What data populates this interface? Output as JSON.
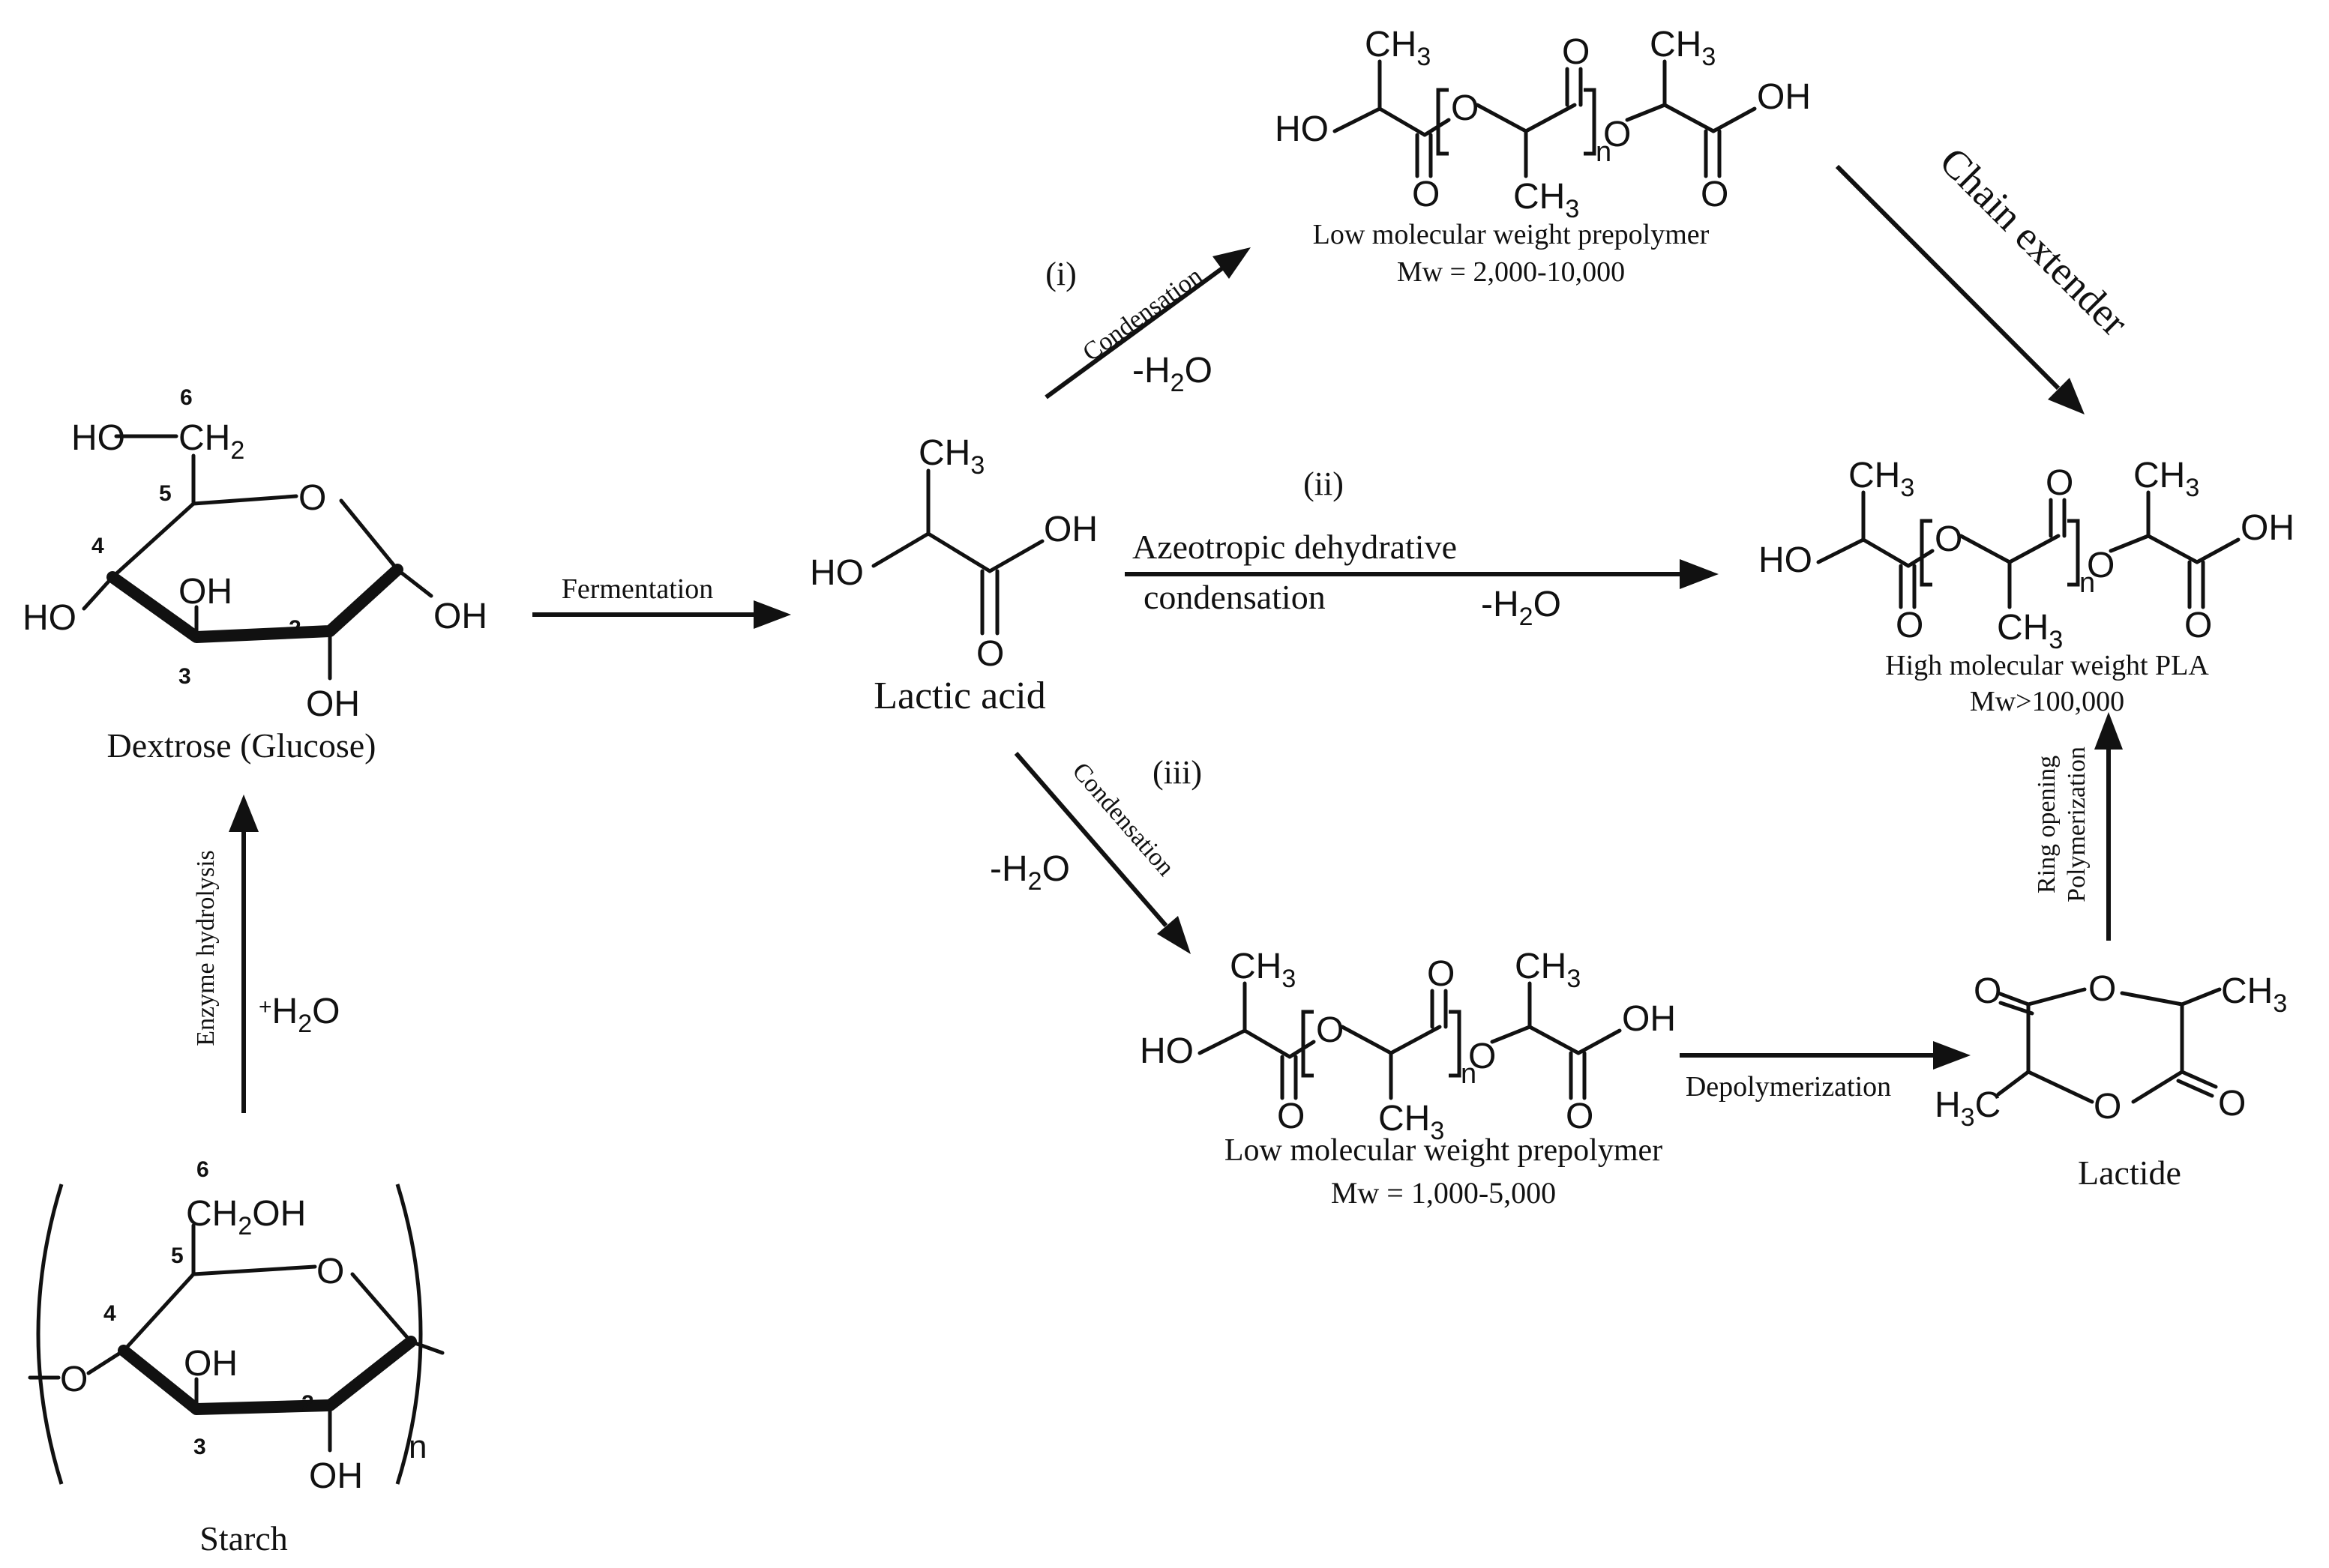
{
  "molecules": {
    "glucose": {
      "name": "Dextrose (Glucose)",
      "ho_ch2": "HO",
      "ch2": "CH",
      "ch2_sub": "2",
      "ring_o": "O",
      "oh_left": "HO",
      "oh_mid": "OH",
      "oh_right": "OH",
      "oh_bottom": "OH",
      "n6": "6",
      "n5": "5",
      "n4": "4",
      "n3": "3",
      "n2": "2"
    },
    "starch": {
      "name": "Starch",
      "ch2oh_a": "CH",
      "ch2oh_sub": "2",
      "ch2oh_b": "OH",
      "ring_o": "O",
      "link_o": "O",
      "oh_mid": "OH",
      "oh_bottom": "OH",
      "repeat": "n",
      "n6": "6",
      "n5": "5",
      "n4": "4",
      "n3": "3",
      "n2": "2"
    },
    "lactic_acid": {
      "name": "Lactic acid",
      "ch3": "CH",
      "ch3_sub": "3",
      "ho": "HO",
      "oh": "OH",
      "o": "O"
    },
    "prepolymer_top": {
      "name": "Low molecular weight prepolymer",
      "mw": "Mw = 2,000-10,000"
    },
    "pla": {
      "name": "High molecular weight PLA",
      "mw": "Mw>100,000"
    },
    "prepolymer_bottom": {
      "name": "Low molecular weight prepolymer",
      "mw": "Mw = 1,000-5,000"
    },
    "lactide": {
      "name": "Lactide",
      "o": "O",
      "ch3": "CH",
      "ch3_sub": "3",
      "h3c_a": "H",
      "h3c_sub": "3",
      "h3c_b": "C"
    },
    "polymer_atoms": {
      "ho": "HO",
      "oh": "OH",
      "o": "O",
      "ch3": "CH",
      "sub3": "3",
      "n": "n"
    }
  },
  "steps": {
    "hydrolysis": {
      "label": "Enzyme hydrolysis",
      "reagent_plus": "+",
      "reagent_h": "H",
      "reagent_sub": "2",
      "reagent_o": "O"
    },
    "fermentation": {
      "label": "Fermentation"
    },
    "route_i": {
      "marker": "(i)",
      "label": "Condensation",
      "byproduct": "-H",
      "byproduct_sub": "2",
      "byproduct_o": "O"
    },
    "route_ii": {
      "marker": "(ii)",
      "label_line1": "Azeotropic dehydrative",
      "label_line2": "condensation",
      "byproduct": "-H",
      "byproduct_sub": "2",
      "byproduct_o": "O"
    },
    "route_iii": {
      "marker": "(iii)",
      "label": "Condensation",
      "byproduct": "-H",
      "byproduct_sub": "2",
      "byproduct_o": "O"
    },
    "chain_extender": {
      "label": "Chain extender"
    },
    "depolymerization": {
      "label": "Depolymerization"
    },
    "ring_opening": {
      "label_line1": "Ring opening",
      "label_line2": "Polymerization"
    }
  }
}
